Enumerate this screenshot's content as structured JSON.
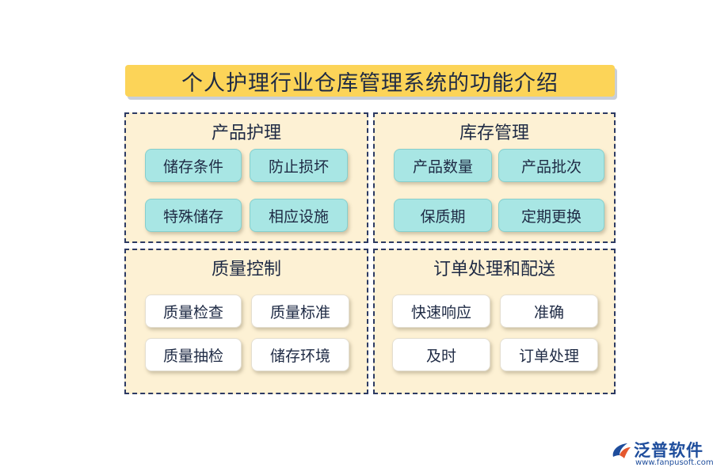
{
  "title": "个人护理行业仓库管理系统的功能介绍",
  "panels": [
    {
      "title": "产品护理",
      "items": [
        "储存条件",
        "防止损坏",
        "特殊储存",
        "相应设施"
      ]
    },
    {
      "title": "库存管理",
      "items": [
        "产品数量",
        "产品批次",
        "保质期",
        "定期更换"
      ]
    },
    {
      "title": "质量控制",
      "items": [
        "质量检查",
        "质量标准",
        "质量抽检",
        "储存环境"
      ]
    },
    {
      "title": "订单处理和配送",
      "items": [
        "快速响应",
        "准确",
        "及时",
        "订单处理"
      ]
    }
  ],
  "logo": {
    "name": "泛普软件",
    "url": "www.fanpusoft.com"
  },
  "colors": {
    "title_bg": "#fcd458",
    "panel_bg": "#fdf1d4",
    "border": "#2c3a63",
    "teal_chip": "#a8e6e4",
    "white_chip": "#ffffff",
    "brand": "#1e4d9c"
  }
}
